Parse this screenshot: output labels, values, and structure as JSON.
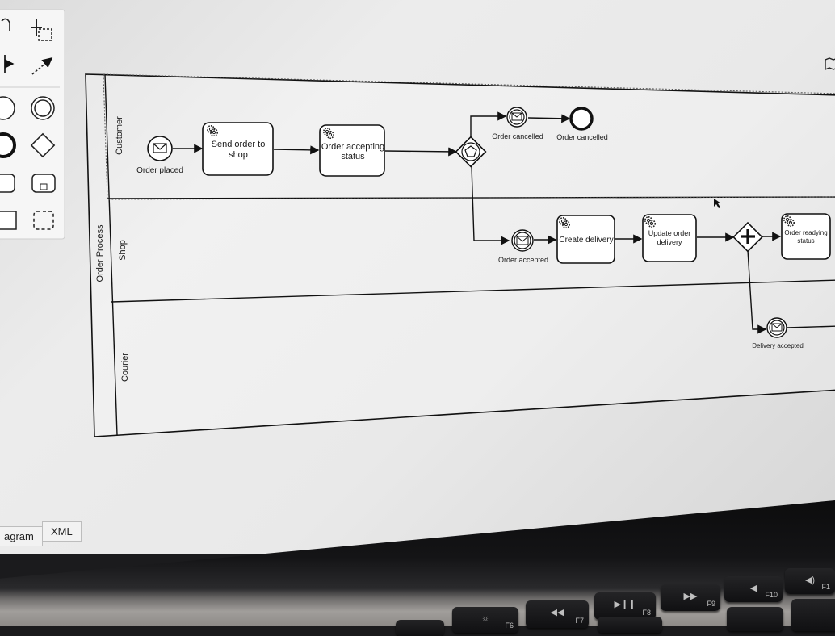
{
  "diagram": {
    "pool_label": "Order Process",
    "lanes": {
      "customer": "Customer",
      "shop": "Shop",
      "courier": "Courier"
    },
    "events": {
      "order_placed": "Order placed",
      "order_cancelled_msg": "Order cancelled",
      "order_cancelled_end": "Order cancelled",
      "order_accepted": "Order accepted",
      "delivery_accepted": "Delivery accepted"
    },
    "tasks": {
      "send_order_l1": "Send order to",
      "send_order_l2": "shop",
      "order_accepting_l1": "Order accepting",
      "order_accepting_l2": "status",
      "create_delivery": "Create delivery",
      "update_order_l1": "Update order",
      "update_order_l2": "delivery",
      "order_readying_l1": "Order readying",
      "order_readying_l2": "status"
    }
  },
  "tabs": {
    "diagram": "agram",
    "xml": "XML"
  },
  "keyboard": {
    "f6": "F6",
    "f7": "F7",
    "f8": "F8",
    "f9": "F9",
    "f10": "F10",
    "f11": "F1"
  }
}
